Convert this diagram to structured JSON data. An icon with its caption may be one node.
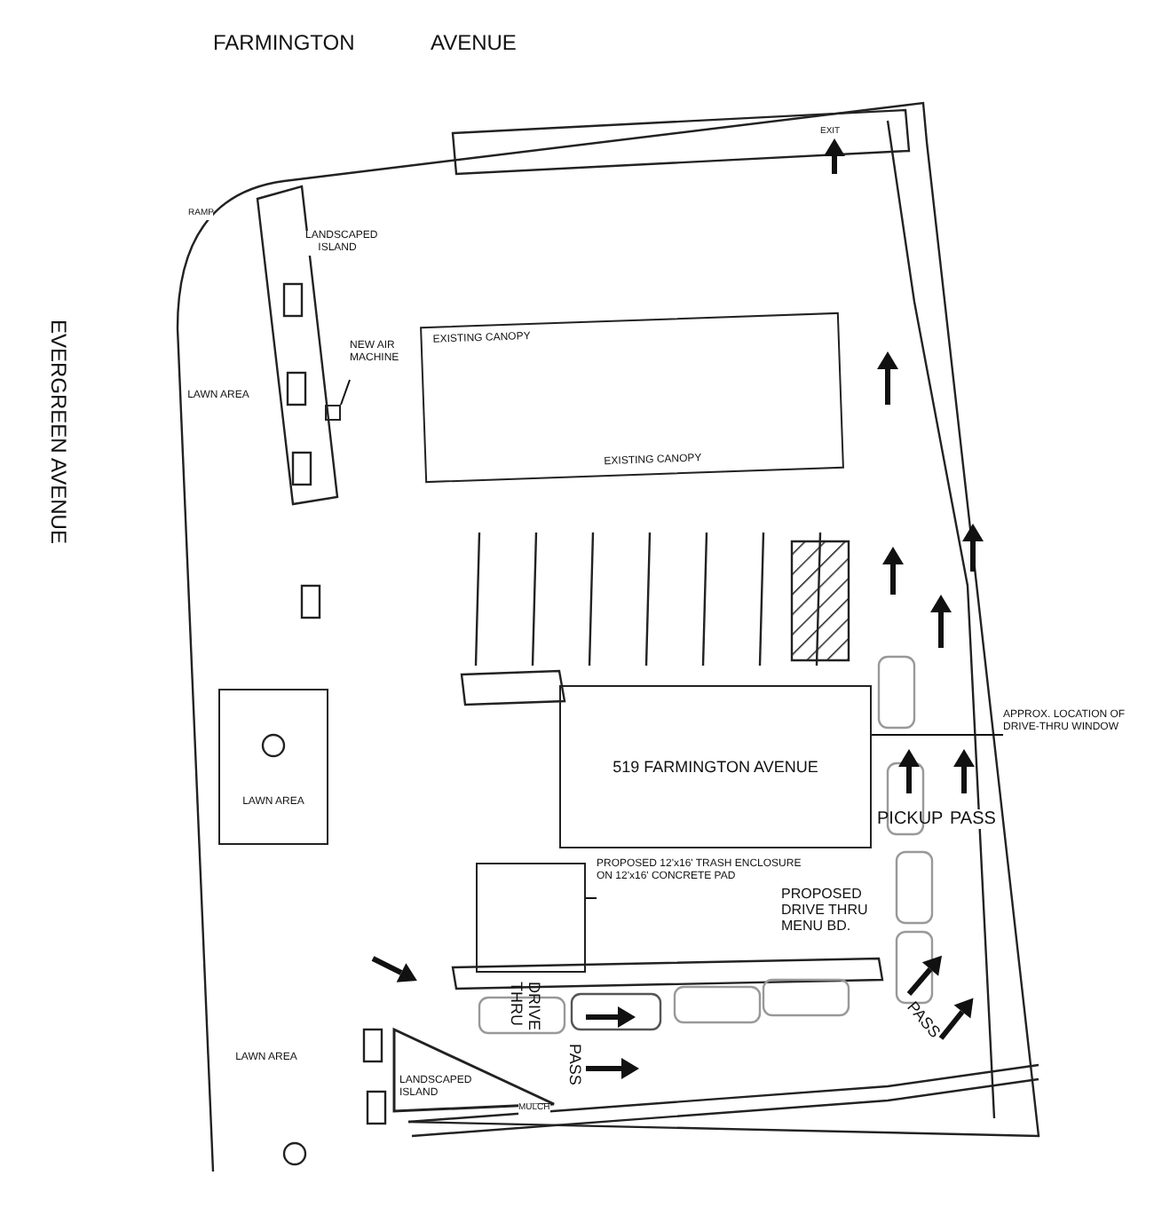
{
  "diagram": {
    "nodes": [
      {
        "text": [
          "519 FARMINGTON AVENUE"
        ]
      },
      {
        "text": [],
        "shape": "box"
      },
      {
        "text": [
          "PROPOSED 12'x16' TRASH ENCLOSURE ON 12'x16' CONCRETE PAD"
        ]
      },
      {
        "text": [
          "APPROX. LOCATION OF DRIVE-THRU WINDOW"
        ]
      },
      {
        "text": [
          "EXISTING CANOPY",
          "EXISTING CANOPY"
        ]
      },
      {
        "text": [],
        "shape": "box"
      },
      {
        "text": [
          "NEW AIR MACHINE"
        ]
      },
      {
        "text": [
          "LAWN AREA"
        ]
      },
      {
        "text": [
          "LANDSCAPED ISLAND"
        ]
      },
      {
        "text": [
          "LAWN AREA"
        ]
      },
      {
        "text": [
          "LAWN AREA"
        ]
      },
      {
        "text": [
          "LANDSCAPED ISLAND"
        ]
      }
    ],
    "edges": [
      {
        "from": 2,
        "to": 1,
        "arrow": "none"
      },
      {
        "from": 3,
        "to": 0,
        "arrow": "none"
      },
      {
        "from": 6,
        "to": 5,
        "arrow": "none"
      }
    ],
    "labels": [
      "FARMINGTON AVENUE",
      "RAMP",
      "EXIT",
      "EVERGREEN AVENUE",
      "PICKUP",
      "PASS",
      "PROPOSED DRIVE THRU MENU BD.",
      "DRIVE THRU",
      "PASS",
      "PASS",
      "MULCH"
    ]
  }
}
